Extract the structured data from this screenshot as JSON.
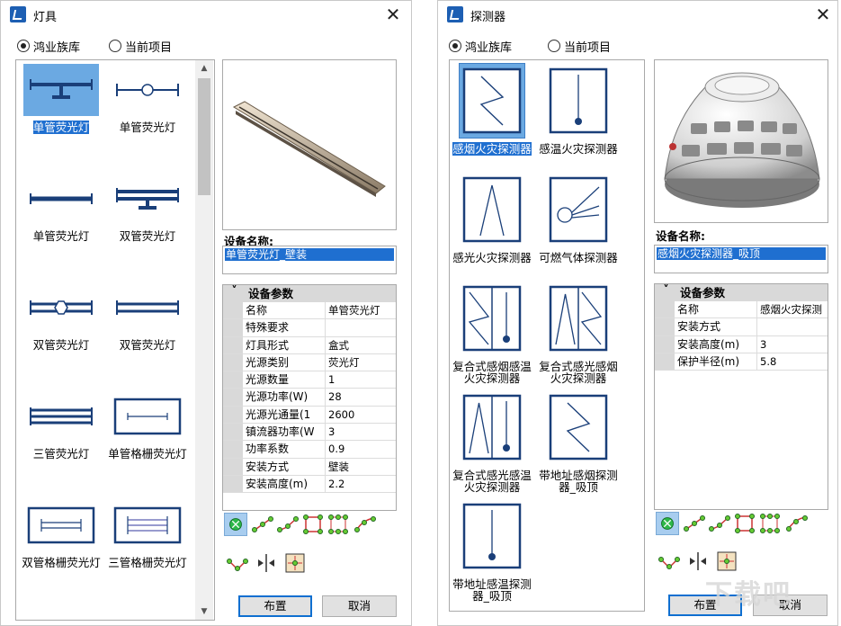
{
  "left": {
    "title": "灯具",
    "radio_company": "鸿业族库",
    "radio_project": "当前项目",
    "items": [
      {
        "label": "单管荧光灯",
        "icon": "single-tube-fluorescent-icon"
      },
      {
        "label": "单管荧光灯",
        "icon": "single-tube-circle-icon"
      },
      {
        "label": "单管荧光灯",
        "icon": "single-tube-bar-icon"
      },
      {
        "label": "双管荧光灯",
        "icon": "double-tube-bar-icon"
      },
      {
        "label": "双管荧光灯",
        "icon": "double-tube-circle-icon"
      },
      {
        "label": "双管荧光灯",
        "icon": "double-tube-plain-icon"
      },
      {
        "label": "三管荧光灯",
        "icon": "triple-tube-icon"
      },
      {
        "label": "单管格栅荧光灯",
        "icon": "single-grille-icon"
      },
      {
        "label": "双管格栅荧光灯",
        "icon": "double-grille-icon"
      },
      {
        "label": "三管格栅荧光灯",
        "icon": "triple-grille-icon"
      }
    ],
    "name_label": "设备名称:",
    "name_value": "单管荧光灯_壁装",
    "params_header": "设备参数",
    "params": [
      {
        "k": "名称",
        "v": "单管荧光灯"
      },
      {
        "k": "特殊要求",
        "v": ""
      },
      {
        "k": "灯具形式",
        "v": "盒式"
      },
      {
        "k": "光源类别",
        "v": "荧光灯"
      },
      {
        "k": "光源数量",
        "v": "1"
      },
      {
        "k": "光源功率(W)",
        "v": "28"
      },
      {
        "k": "光源光通量(1",
        "v": "2600"
      },
      {
        "k": "镇流器功率(W",
        "v": "3"
      },
      {
        "k": "功率系数",
        "v": "0.9"
      },
      {
        "k": "安装方式",
        "v": "壁装"
      },
      {
        "k": "安装高度(m)",
        "v": "2.2"
      }
    ],
    "ok": "布置",
    "cancel": "取消"
  },
  "right": {
    "title": "探测器",
    "radio_company": "鸿业族库",
    "radio_project": "当前项目",
    "items": [
      {
        "label": "感烟火灾探测器",
        "icon": "smoke-detector-icon"
      },
      {
        "label": "感温火灾探测器",
        "icon": "heat-detector-icon"
      },
      {
        "label": "感光火灾探测器",
        "icon": "flame-detector-icon"
      },
      {
        "label": "可燃气体探测器",
        "icon": "gas-detector-icon"
      },
      {
        "label": "复合式感烟感温火灾探测器",
        "icon": "smoke-heat-combo-icon"
      },
      {
        "label": "复合式感光感烟火灾探测器",
        "icon": "flame-smoke-combo-icon"
      },
      {
        "label": "复合式感光感温火灾探测器",
        "icon": "flame-heat-combo-icon"
      },
      {
        "label": "带地址感烟探测器_吸顶",
        "icon": "addressable-smoke-icon"
      },
      {
        "label": "带地址感温探测器_吸顶",
        "icon": "addressable-heat-icon"
      }
    ],
    "name_label": "设备名称:",
    "name_value": "感烟火灾探测器_吸顶",
    "params_header": "设备参数",
    "params": [
      {
        "k": "名称",
        "v": "感烟火灾探测"
      },
      {
        "k": "安装方式",
        "v": ""
      },
      {
        "k": "安装高度(m)",
        "v": "3"
      },
      {
        "k": "保护半径(m)",
        "v": "5.8"
      }
    ],
    "ok": "布置",
    "cancel": "取消"
  },
  "watermark": "下载吧"
}
